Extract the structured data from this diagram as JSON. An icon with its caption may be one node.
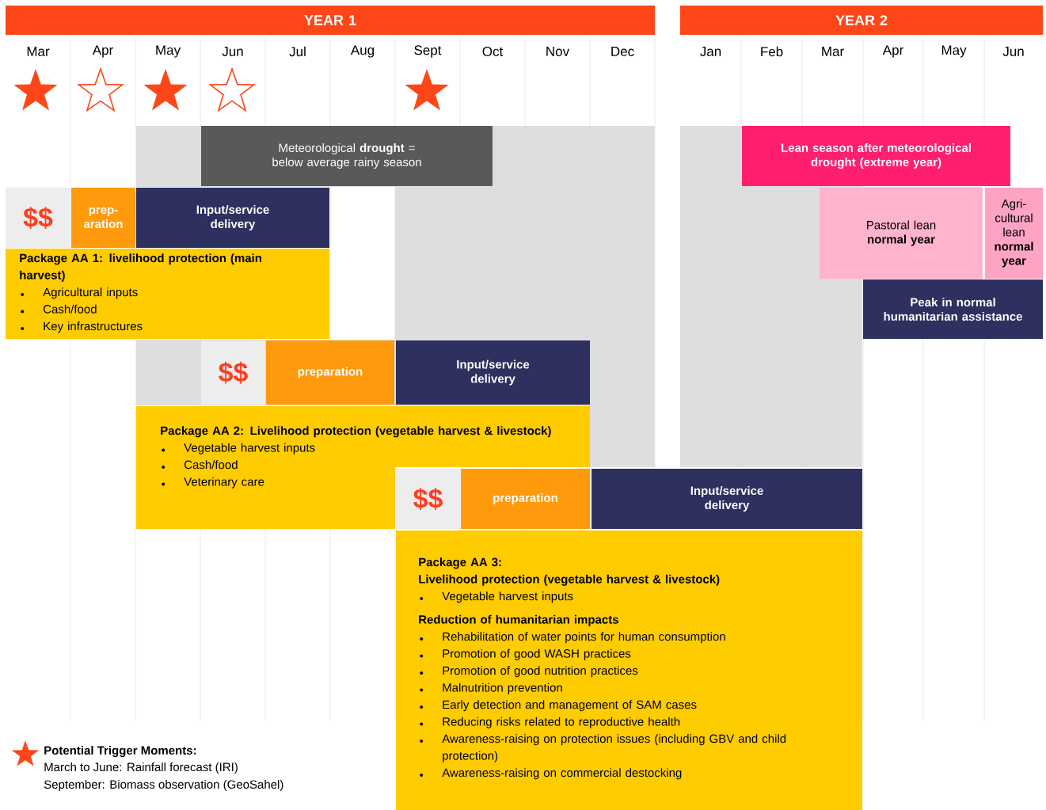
{
  "diagram": {
    "nodes": [
      {
        "text": [
          "YEAR 1"
        ]
      },
      {
        "text": [
          "YEAR 2"
        ]
      },
      {
        "text": [
          "Meteorological **drought** = below average rainy season"
        ]
      },
      {
        "text": [
          "Lean season after meteorological drought (extreme year)"
        ]
      },
      {
        "text": [
          "$$"
        ]
      },
      {
        "text": [
          "prep-aration"
        ]
      },
      {
        "text": [
          "Input/service delivery"
        ]
      },
      {
        "text": [
          "Package AA 1: livelihood protection (main harvest)",
          "Agricultural inputs",
          "Cash/food",
          "Key infrastructures"
        ]
      },
      {
        "text": [
          "Pastoral lean **normal year**"
        ]
      },
      {
        "text": [
          "Agri-cultural lean **normal year**"
        ]
      },
      {
        "text": [
          "Peak in normal humanitarian assistance"
        ]
      },
      {
        "text": [
          "$$"
        ]
      },
      {
        "text": [
          "preparation"
        ]
      },
      {
        "text": [
          "Input/service delivery"
        ]
      },
      {
        "text": [
          "Package AA 2: Livelihood protection (vegetable harvest & livestock)",
          "Vegetable harvest inputs",
          "Cash/food",
          "Veterinary care"
        ]
      },
      {
        "text": [
          "$$"
        ]
      },
      {
        "text": [
          "preparation"
        ]
      },
      {
        "text": [
          "Input/service delivery"
        ]
      },
      {
        "text": [
          "Package AA 3:",
          "Livelihood protection (vegetable harvest & livestock)",
          "Vegetable harvest inputs",
          "Reduction of humanitarian impacts",
          "Rehabilitation of water points for human consumption",
          "Promotion of good WASH practices",
          "Promotion of good nutrition practices",
          "Malnutrition prevention",
          "Early detection and management of SAM cases",
          "Reducing risks related to reproductive health",
          "Awareness-raising on protection issues (including GBV and child protection)",
          "Awareness-raising on commercial destocking"
        ]
      }
    ],
    "labels": [
      "Mar",
      "Apr",
      "May",
      "Jun",
      "Jul",
      "Aug",
      "Sept",
      "Oct",
      "Nov",
      "Dec",
      "Jan",
      "Feb",
      "Mar",
      "Apr",
      "May",
      "Jun",
      "March to June: Rainfall forecast (IRI)",
      "September: Biomass observation (GeoSahel)"
    ],
    "legend": [
      {
        "text": "Potential Trigger Moments:"
      }
    ]
  }
}
